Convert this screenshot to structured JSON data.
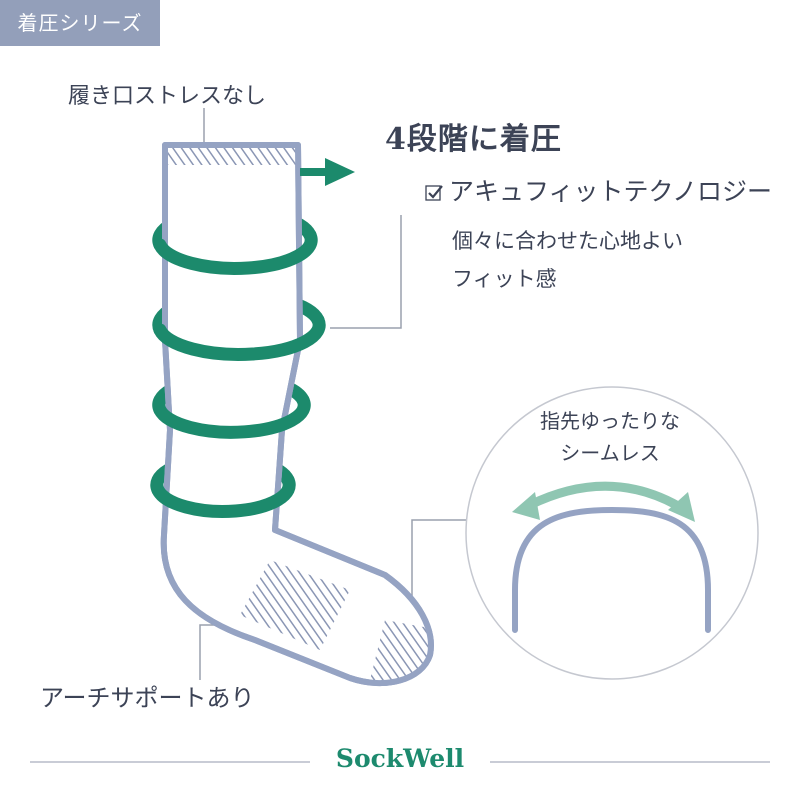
{
  "header": {
    "tag": "着圧シリーズ"
  },
  "labels": {
    "opening": "履き口ストレスなし",
    "compression_title": "4段階に着圧",
    "feature": "アキュフィットテクノロジー",
    "feature_desc_1": "個々に合わせた心地よい",
    "feature_desc_2": "フィット感",
    "toe_1": "指先ゆったりな",
    "toe_2": "シームレス",
    "arch": "アーチサポートあり"
  },
  "footer": {
    "brand": "SockWell"
  },
  "colors": {
    "outline": "#95a3c3",
    "green": "#1c8a6c",
    "mint": "#8fc6b2",
    "hatch": "#8a96b4",
    "text": "#3c4356",
    "tag_bg": "#939fba",
    "leader": "#9aa0ad"
  },
  "icons": [
    "checkbox-check-icon",
    "right-arrow-icon",
    "double-arrow-icon"
  ]
}
